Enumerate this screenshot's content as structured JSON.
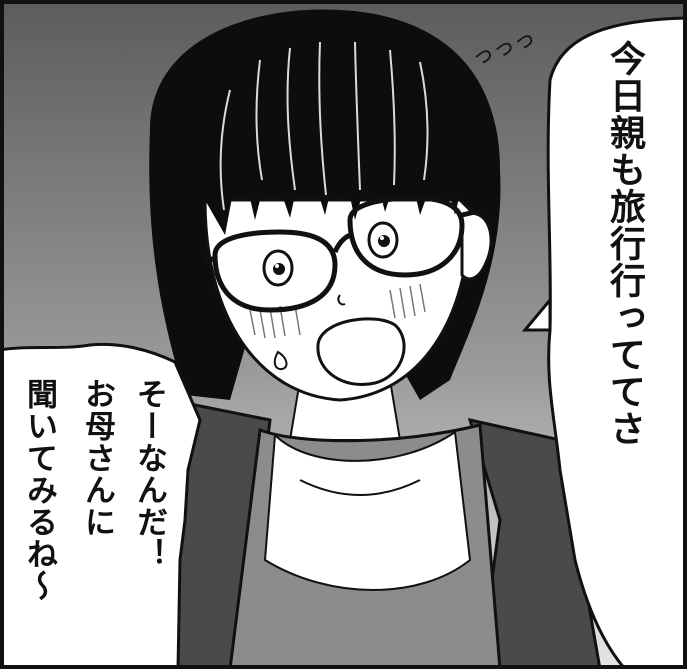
{
  "panel": {
    "speech_right": {
      "text": "今日親も旅行行っててさ"
    },
    "speech_left": {
      "lines": [
        "そーなんだ！",
        "お母さんに",
        "聞いてみるね〜"
      ]
    },
    "sfx": {
      "text": "っっっ"
    }
  },
  "colors": {
    "background_gradient_top": "#5a5a5a",
    "background_gradient_bottom": "#e8e8e8",
    "hair": "#0d0d0d",
    "skin": "#ffffff",
    "cardigan": "#4a4a4a",
    "top": "#8a8a8a"
  }
}
